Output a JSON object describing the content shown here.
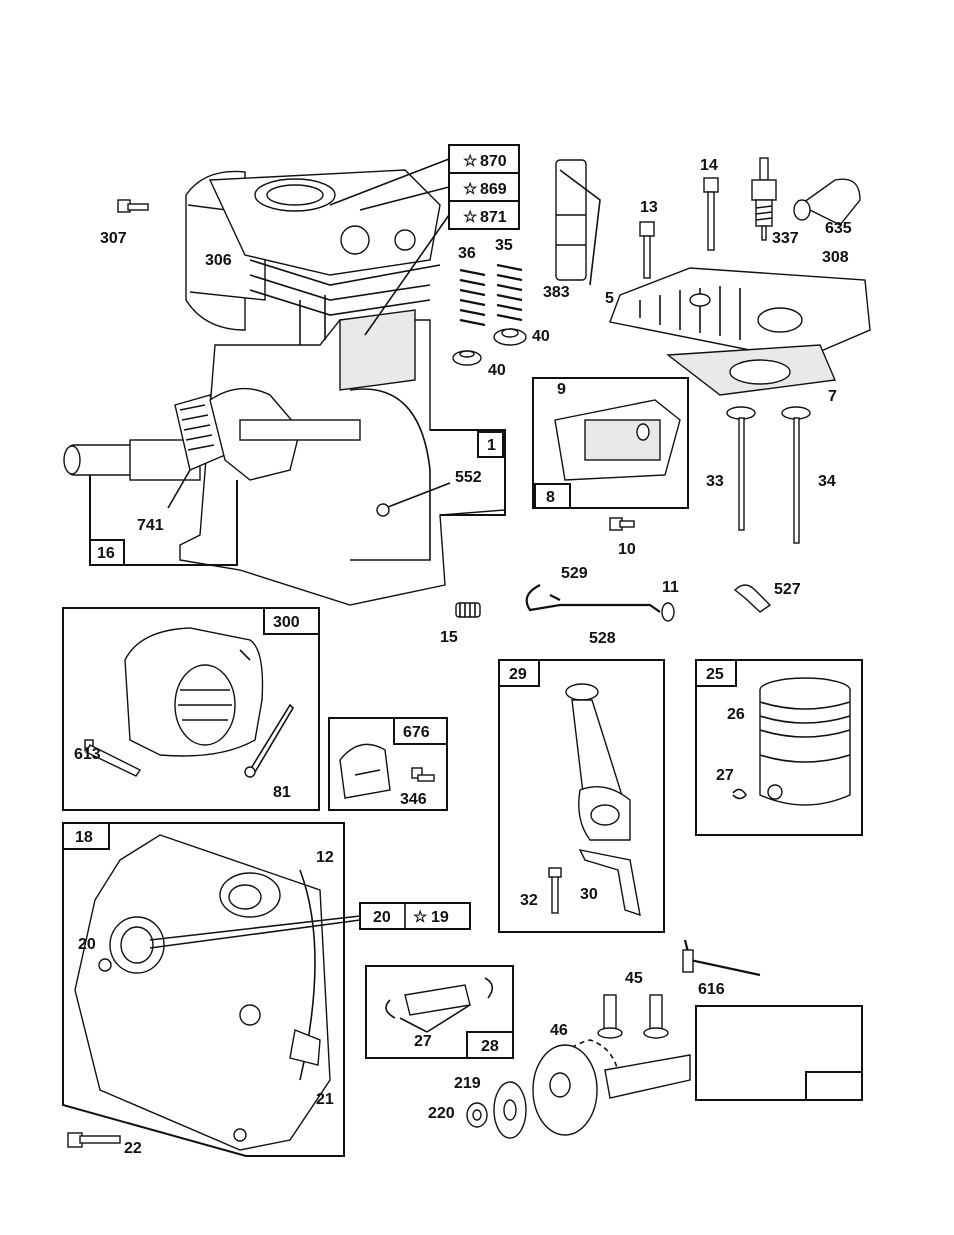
{
  "diagram": {
    "callouts": {
      "c870": "870",
      "c869": "869",
      "c871": "871",
      "c307": "307",
      "c306": "306",
      "c36": "36",
      "c35": "35",
      "c383": "383",
      "c14": "14",
      "c13": "13",
      "c337": "337",
      "c635": "635",
      "c308": "308",
      "c5": "5",
      "c40a": "40",
      "c40b": "40",
      "c7": "7",
      "c9": "9",
      "c8": "8",
      "c1": "1",
      "c552": "552",
      "c741": "741",
      "c16": "16",
      "c33": "33",
      "c34": "34",
      "c10": "10",
      "c529": "529",
      "c11": "11",
      "c527": "527",
      "c15": "15",
      "c528": "528",
      "c300": "300",
      "c613": "613",
      "c81": "81",
      "c676": "676",
      "c346": "346",
      "c29": "29",
      "c25": "25",
      "c26": "26",
      "c27a": "27",
      "c32": "32",
      "c30": "30",
      "c18": "18",
      "c12": "12",
      "c20a": "20",
      "c20b": "20",
      "c19": "19",
      "c21": "21",
      "c22": "22",
      "c45": "45",
      "c616": "616",
      "c27b": "27",
      "c28": "28",
      "c46": "46",
      "c219": "219",
      "c220": "220"
    },
    "star_glyph": "☆"
  }
}
